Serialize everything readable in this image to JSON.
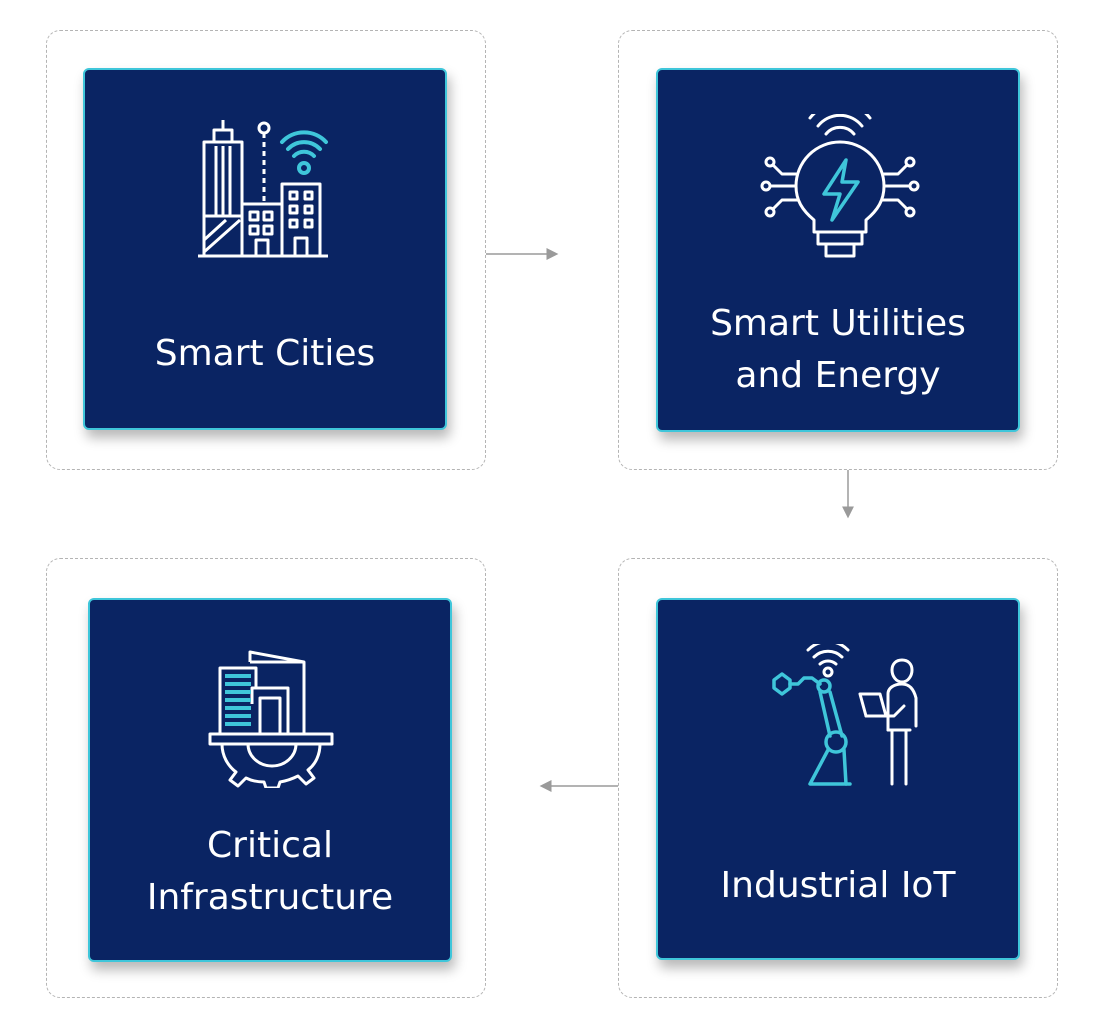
{
  "diagram": {
    "colors": {
      "card_fill": "#0a2463",
      "card_border": "#3fc6da",
      "icon_accent": "#3fc6da",
      "icon_line": "#ffffff",
      "connector": "#9a9a9a"
    },
    "steps": [
      {
        "label": "Smart Cities",
        "icon": "smart-city-icon"
      },
      {
        "label": "Smart Utilities\nand Energy",
        "icon": "smart-bulb-icon"
      },
      {
        "label": "Industrial IoT",
        "icon": "industrial-robot-icon"
      },
      {
        "label": "Critical\nInfrastructure",
        "icon": "infrastructure-gear-icon"
      }
    ]
  }
}
